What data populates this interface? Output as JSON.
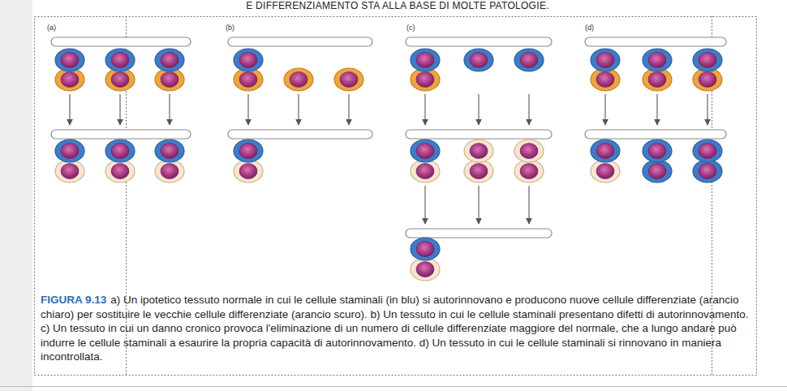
{
  "diagram": {
    "caption": "a) Un ipotetico tessuto normale in cui le cellule staminali (in blu) si autorinnovano e producono nuove cellule differenziate (arancio chiaro) per sostituire le vecchie cellule differenziate (arancio scuro). b) Un tessuto in cui le cellule staminali presentano difetti di autorinnovamento. c) Un tessuto in cui un danno cronico provoca l'eliminazione di un numero di cellule differenziate maggiore del normale, che a lungo andare può indurre le cellule staminali a esaurire la propria capacità di autorinnovamento. d) Un tessuto in cui le cellule staminali si rinnovano in maniera incontrollata.",
    "labels": [
      "E DIFFERENZIAMENTO STA ALLA BASE DI MOLTE PATOLOGIE.",
      "(a)",
      "(b)",
      "(c)",
      "(d)",
      "FIGURA 9.13"
    ]
  }
}
